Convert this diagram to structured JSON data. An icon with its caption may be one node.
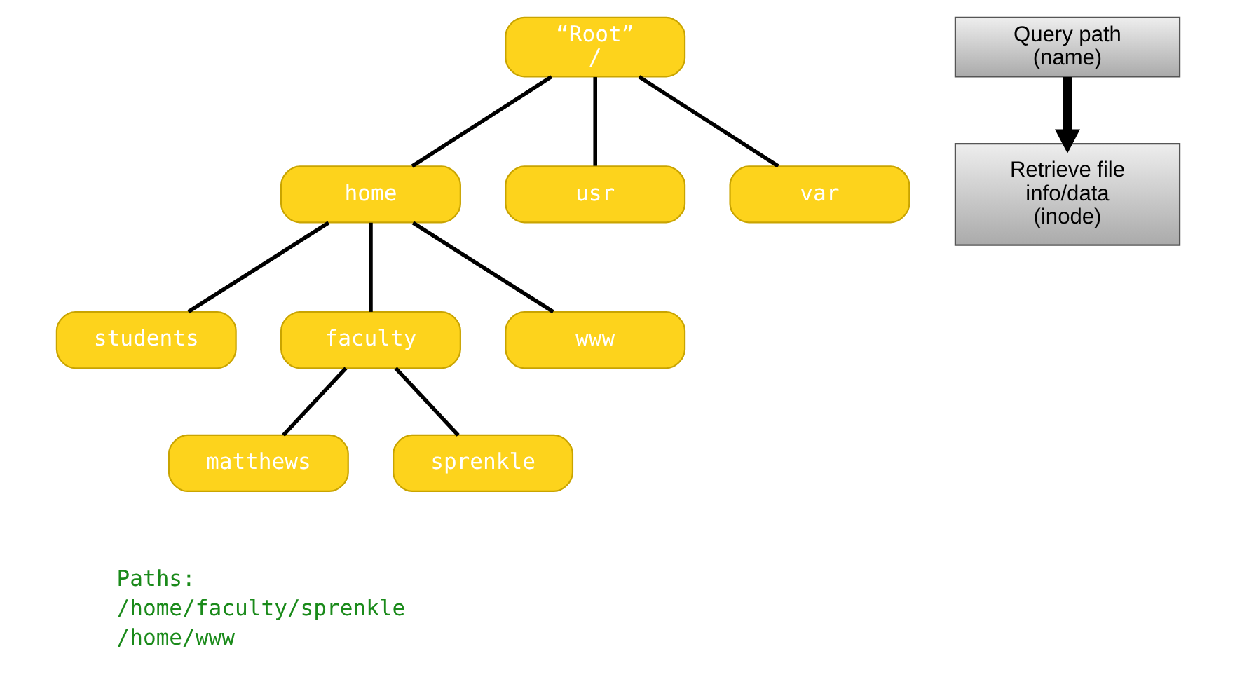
{
  "diagram": {
    "nodes": [
      {
        "text": [
          "“Root”",
          "/"
        ]
      },
      {
        "text": [
          "home"
        ]
      },
      {
        "text": [
          "usr"
        ]
      },
      {
        "text": [
          "var"
        ]
      },
      {
        "text": [
          "students"
        ]
      },
      {
        "text": [
          "faculty"
        ]
      },
      {
        "text": [
          "www"
        ]
      },
      {
        "text": [
          "matthews"
        ]
      },
      {
        "text": [
          "sprenkle"
        ]
      },
      {
        "text": [
          "Query path (name)"
        ]
      },
      {
        "text": [
          "Retrieve file info/data (inode)"
        ]
      }
    ],
    "edges": [
      {
        "from": 0,
        "to": 1,
        "arrow": "none"
      },
      {
        "from": 0,
        "to": 2,
        "arrow": "none"
      },
      {
        "from": 0,
        "to": 3,
        "arrow": "none"
      },
      {
        "from": 1,
        "to": 4,
        "arrow": "none"
      },
      {
        "from": 1,
        "to": 5,
        "arrow": "none"
      },
      {
        "from": 1,
        "to": 6,
        "arrow": "none"
      },
      {
        "from": 5,
        "to": 7,
        "arrow": "none"
      },
      {
        "from": 5,
        "to": 8,
        "arrow": "none"
      },
      {
        "from": 9,
        "to": 10,
        "arrow": "to",
        "style": "thick"
      }
    ],
    "labels": [
      "Paths:",
      "/home/faculty/sprenkle",
      "/home/www"
    ]
  }
}
